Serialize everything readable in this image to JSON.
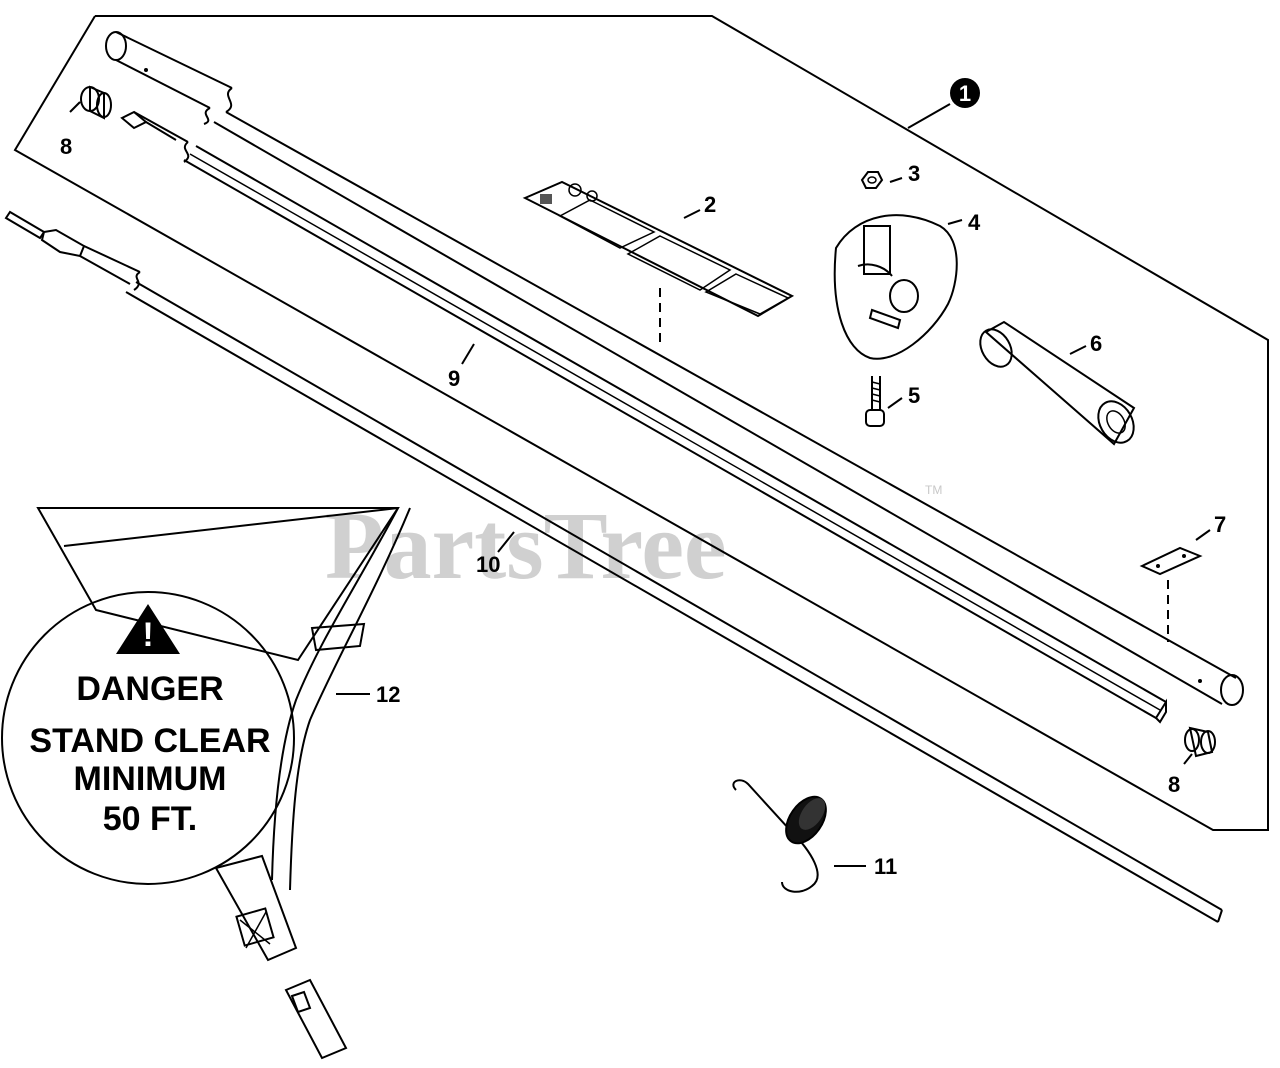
{
  "diagram": {
    "watermark": "PartsTree",
    "watermark_tm": "TM",
    "assembly_callout": "1",
    "labels": {
      "p2": "2",
      "p3": "3",
      "p4": "4",
      "p5": "5",
      "p6": "6",
      "p7": "7",
      "p8_top": "8",
      "p8_bottom": "8",
      "p9": "9",
      "p10": "10",
      "p11": "11",
      "p12": "12"
    },
    "danger_sign": {
      "line1": "DANGER",
      "line2": "STAND CLEAR",
      "line3": "MINIMUM",
      "line4": "50 FT."
    }
  }
}
